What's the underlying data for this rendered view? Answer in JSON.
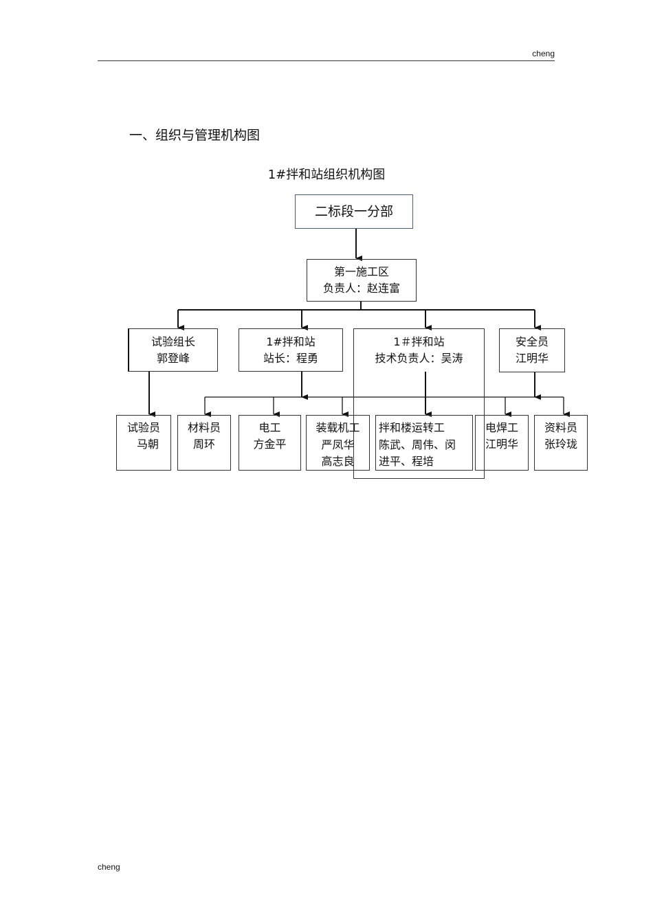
{
  "header": {
    "right_text": "cheng"
  },
  "footer": {
    "left_text": "cheng"
  },
  "section_title": "一、组织与管理机构图",
  "diagram_title": "1#拌和站组织机构图",
  "nodes": {
    "root": {
      "line1": "二标段一分部"
    },
    "area": {
      "line1": "第一施工区",
      "line2": "负责人：赵连富"
    },
    "test_lead": {
      "line1": "试验组长",
      "line2": "郭登峰"
    },
    "station_head": {
      "line1": "1#拌和站",
      "line2": "站长：程勇"
    },
    "tech_lead": {
      "line1": "1＃拌和站",
      "line2": "技术负责人：吴涛"
    },
    "safety": {
      "line1": "安全员",
      "line2": "江明华"
    },
    "tester": {
      "line1": "试验员",
      "line2": "马朝"
    },
    "materials": {
      "line1": "材料员",
      "line2": "周环"
    },
    "electrician": {
      "line1": "电工",
      "line2": "方金平"
    },
    "loader": {
      "line1": "装载机工",
      "line2": "严凤华",
      "line3": "高志良"
    },
    "operators": {
      "line1": "拌和楼运转工",
      "line2": "陈武、周伟、闵",
      "line3": "进平、程培"
    },
    "welder": {
      "line1": "电焊工",
      "line2": "江明华"
    },
    "records": {
      "line1": "资料员",
      "line2": "张玲珑"
    }
  }
}
